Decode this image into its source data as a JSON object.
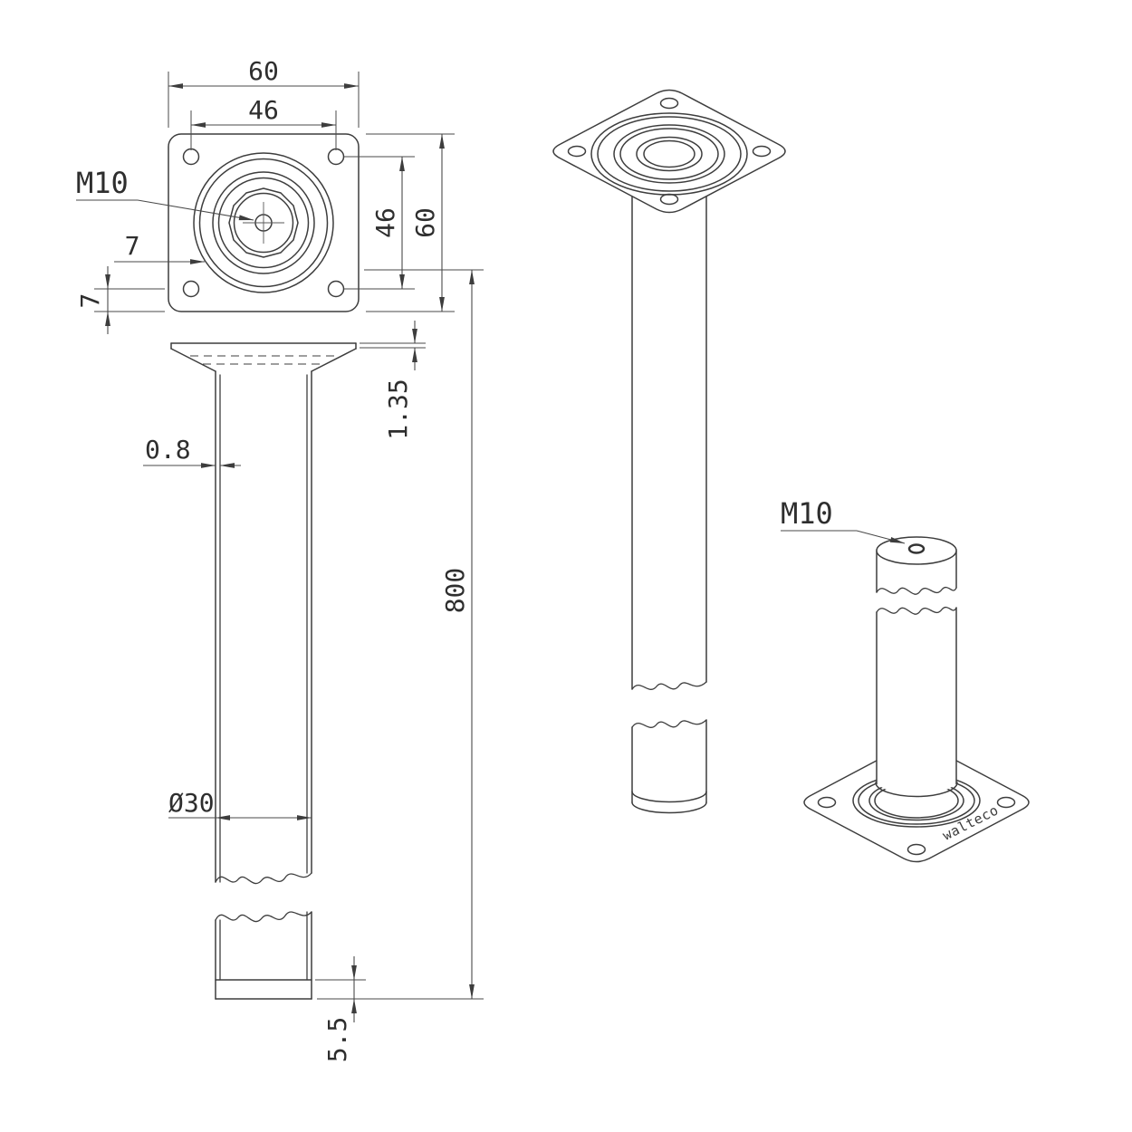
{
  "brand_stamp": "walteco",
  "labels": {
    "thread_top_view": "M10",
    "thread_iso_view": "M10"
  },
  "dimensions": {
    "plate_width": "60",
    "hole_spacing_horizontal": "46",
    "hole_spacing_vertical": "46",
    "plate_height": "60",
    "collar_leader": "7",
    "hole_edge_offset": "7",
    "plate_thickness": "1.35",
    "tube_wall_thickness": "0.8",
    "leg_length": "800",
    "tube_diameter": "Ø30",
    "foot_height": "5.5"
  }
}
